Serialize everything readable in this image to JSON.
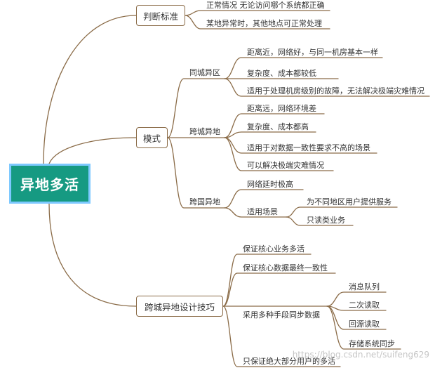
{
  "root": "异地多活",
  "judge": {
    "title": "判断标准",
    "items": [
      "正常情况 无论访问哪个系统都正确",
      "某地异常时，其他地点可正常处理"
    ]
  },
  "mode": {
    "title": "模式",
    "same_city": {
      "title": "同城异区",
      "items": [
        "距离近，网络好，与同一机房基本一样",
        "复杂度、成本都较低",
        "适用于处理机房级别的故障，无法解决极端灾难情况"
      ]
    },
    "cross_city": {
      "title": "跨城异地",
      "items": [
        "距离远，网络环境差",
        "复杂度、成本都高",
        "适用于对数据一致性要求不高的场景",
        "可以解决极端灾难情况"
      ]
    },
    "cross_country": {
      "title": "跨国异地",
      "latency": "网络延时极高",
      "scenario": {
        "title": "适用场景",
        "items": [
          "为不同地区用户提供服务",
          "只读类业务"
        ]
      }
    }
  },
  "design": {
    "title": "跨城异地设计技巧",
    "items": [
      "保证核心业务多活",
      "保证核心数据最终一致性"
    ],
    "sync": {
      "title": "采用多种手段同步数据",
      "items": [
        "消息队列",
        "二次读取",
        "回源读取",
        "存储系统同步"
      ]
    },
    "last": "只保证绝大部分用户的多活"
  },
  "watermark": "https://blog.csdn.net/suifeng629",
  "colors": {
    "root_fill": "#169a82",
    "root_border": "#7ec9ff",
    "line": "#8a6b47"
  }
}
